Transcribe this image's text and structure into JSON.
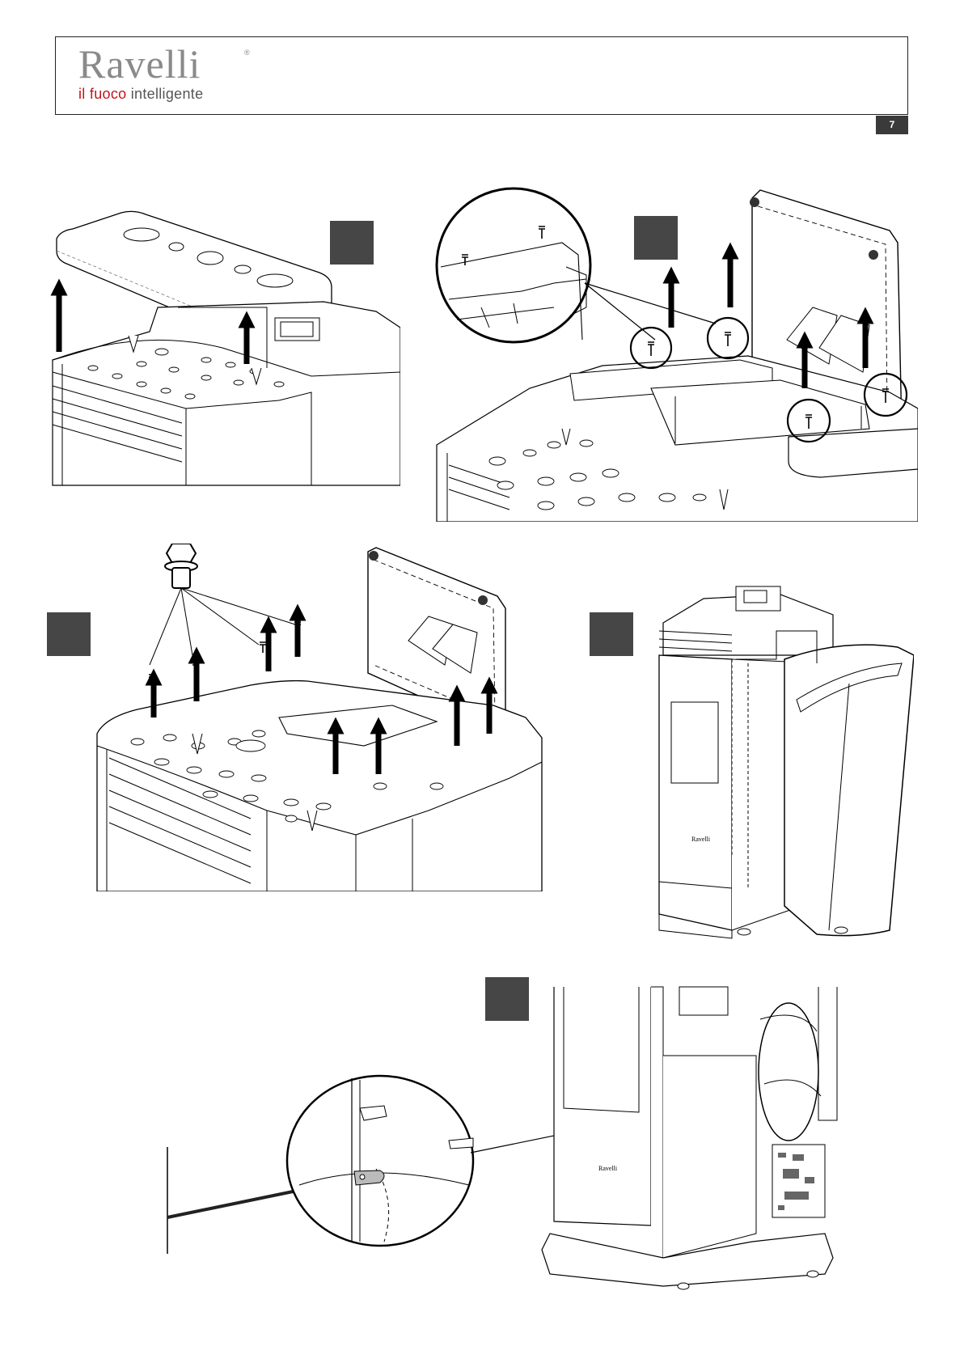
{
  "header": {
    "brand": "Ravelli",
    "registered": "®",
    "tagline_red": "il fuoco",
    "tagline_rest": " intelligente"
  },
  "page_number": "7",
  "figures": {
    "label_brand_on_stove": "Ravelli"
  },
  "colors": {
    "step_badge": "#464646",
    "brand_red": "#c4141c",
    "brand_grey": "#8a8a8a"
  }
}
